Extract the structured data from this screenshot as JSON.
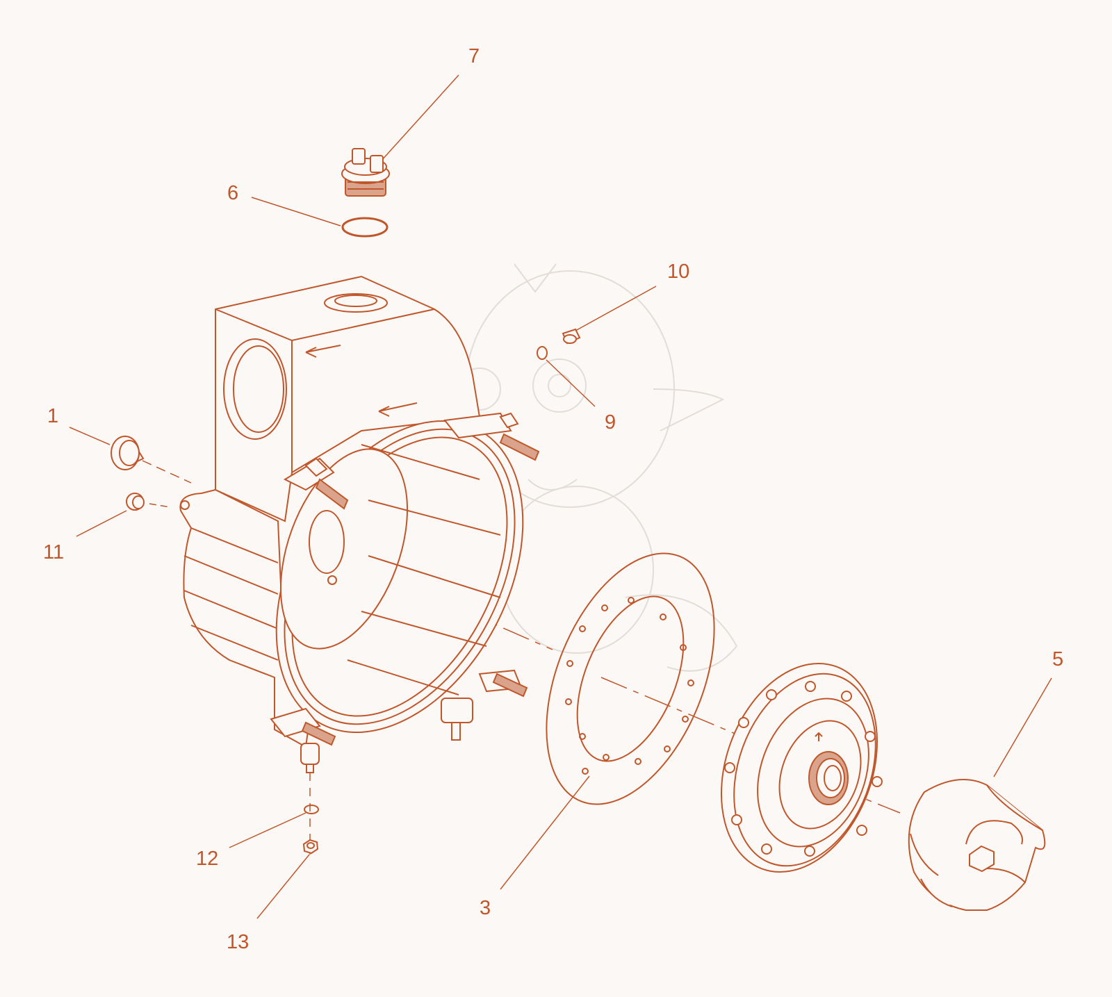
{
  "colors": {
    "line": "#c0562a",
    "fill": "#d9a48b",
    "label": "#c0562a",
    "background": "#fbf8f5",
    "watermark": "#e2ddd9"
  },
  "callouts": {
    "c1": "1",
    "c3": "3",
    "c5": "5",
    "c6": "6",
    "c7": "7",
    "c9": "9",
    "c10": "10",
    "c11": "11",
    "c12": "12",
    "c13": "13"
  }
}
